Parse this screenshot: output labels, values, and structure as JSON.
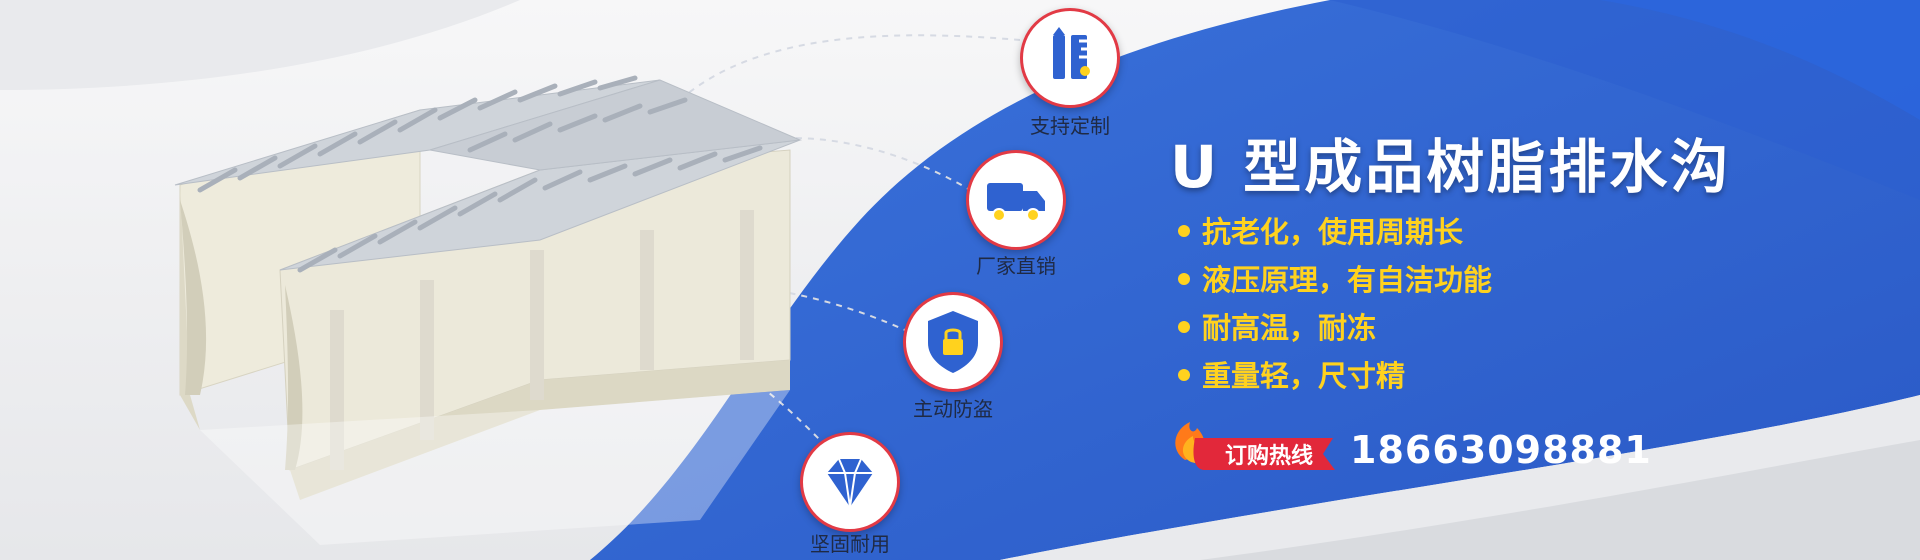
{
  "banner": {
    "title": "U 型成品树脂排水沟",
    "features": [
      "抗老化，使用周期长",
      "液压原理，有自洁功能",
      "耐高温，耐冻",
      "重量轻，尺寸精"
    ],
    "hotline_label": "订购热线",
    "phone": "18663098881"
  },
  "badges": [
    {
      "label": "支持定制",
      "icon": "ruler-icon"
    },
    {
      "label": "厂家直销",
      "icon": "truck-icon"
    },
    {
      "label": "主动防盗",
      "icon": "shield-lock-icon"
    },
    {
      "label": "坚固耐用",
      "icon": "diamond-icon"
    }
  ],
  "colors": {
    "brand_blue": "#2f62d0",
    "accent_yellow": "#ffd21e",
    "badge_ring": "#e23a45",
    "hotline_red": "#e2283a"
  }
}
